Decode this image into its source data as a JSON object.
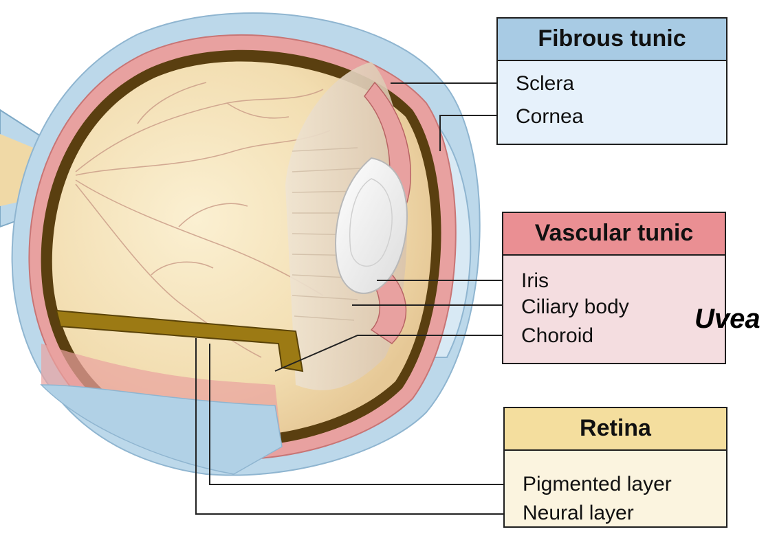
{
  "fibrous_tunic": {
    "title": "Fibrous tunic",
    "items": [
      "Sclera",
      "Cornea"
    ],
    "header_color": "#a8cbe4",
    "body_color": "#e6f1fb"
  },
  "vascular_tunic": {
    "title": "Vascular tunic",
    "items": [
      "Iris",
      "Ciliary body",
      "Choroid"
    ],
    "header_color": "#ea8f93",
    "body_color": "#f4dde0"
  },
  "retina": {
    "title": "Retina",
    "items": [
      "Pigmented layer",
      "Neural layer"
    ],
    "header_color": "#f4de9e",
    "body_color": "#fbf4df"
  },
  "uvea_label": "Uvea",
  "colors": {
    "sclera": "#bcd8ea",
    "choroid": "#e8a1a0",
    "vitreous": "#f3dfb3",
    "optic_nerve": "#f0d9a6",
    "pigmented_layer": "#9c7a14",
    "leader_lines": "#222222"
  }
}
